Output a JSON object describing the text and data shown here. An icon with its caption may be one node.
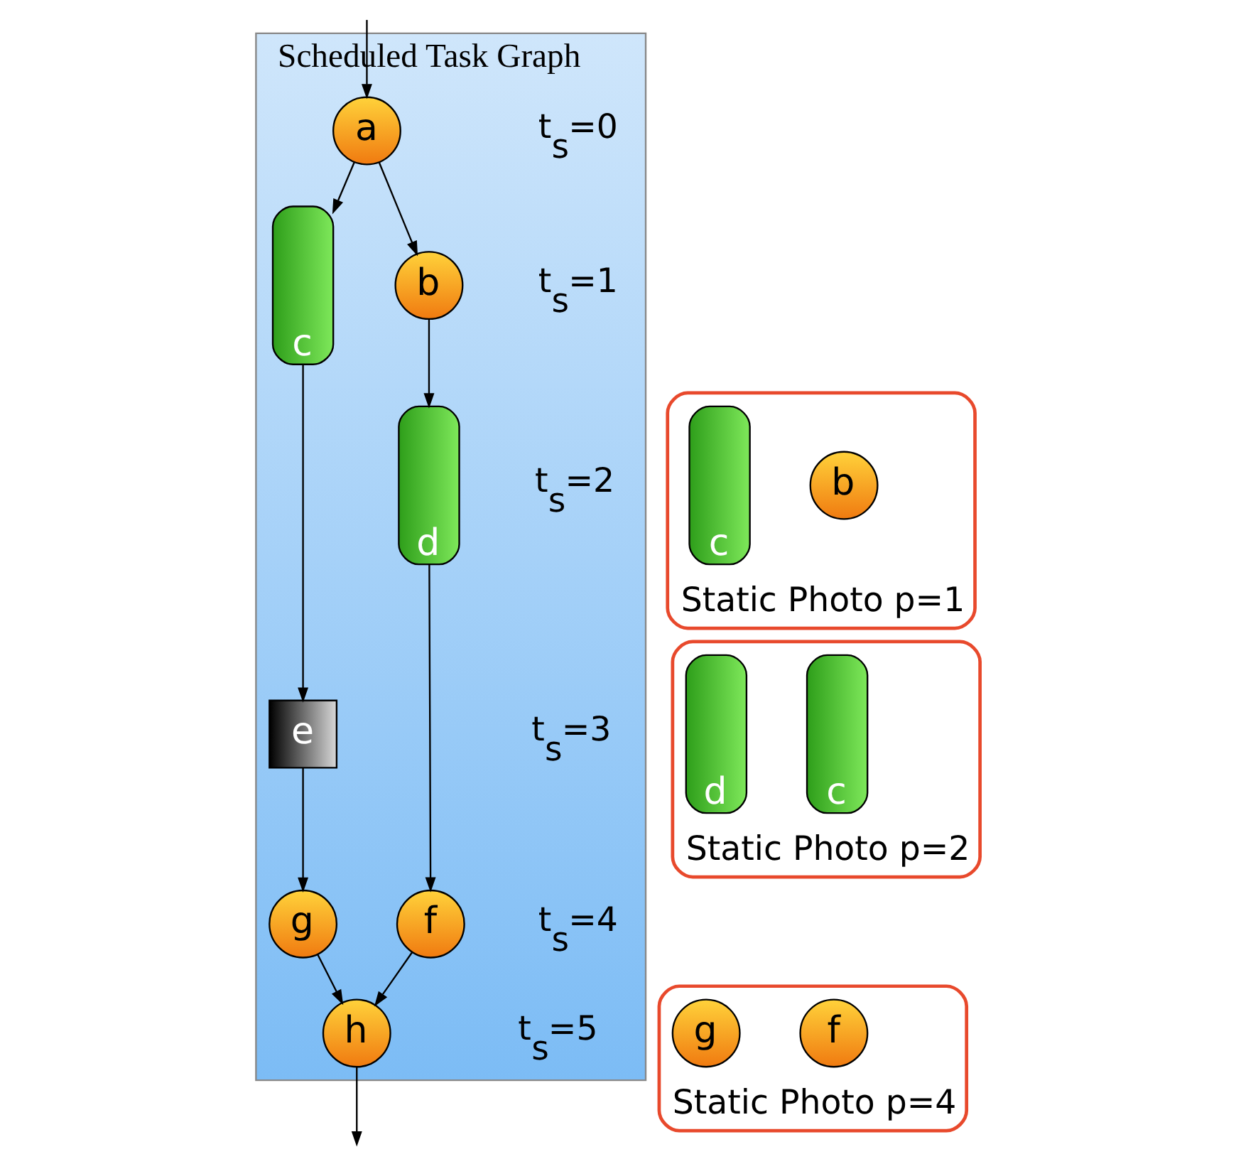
{
  "diagram": {
    "nodes": [
      {
        "text": [
          "Scheduled Task Graph"
        ]
      },
      {
        "text": [
          "a"
        ],
        "in": 0
      },
      {
        "text": [
          "b"
        ],
        "in": 0
      },
      {
        "text": [
          "c"
        ],
        "in": 0
      },
      {
        "text": [
          "d"
        ],
        "in": 0
      },
      {
        "text": [
          "e"
        ],
        "in": 0
      },
      {
        "text": [
          "f"
        ],
        "in": 0
      },
      {
        "text": [
          "g"
        ],
        "in": 0
      },
      {
        "text": [
          "h"
        ],
        "in": 0
      },
      {
        "text": [
          "Static Photo p=1"
        ]
      },
      {
        "text": [
          "b"
        ],
        "in": 9
      },
      {
        "text": [
          "c"
        ],
        "in": 9
      },
      {
        "text": [
          "Static Photo p=2"
        ]
      },
      {
        "text": [
          "c"
        ],
        "in": 12
      },
      {
        "text": [
          "d"
        ],
        "in": 12
      },
      {
        "text": [
          "Static Photo p=4"
        ]
      },
      {
        "text": [
          "f"
        ],
        "in": 15
      },
      {
        "text": [
          "g"
        ],
        "in": 15
      }
    ],
    "edges": [
      {
        "from": null,
        "to": 1,
        "arrow": "to"
      },
      {
        "from": 1,
        "to": 2,
        "arrow": "to"
      },
      {
        "from": 1,
        "to": 3,
        "arrow": "to"
      },
      {
        "from": 2,
        "to": 4,
        "arrow": "to"
      },
      {
        "from": 3,
        "to": 5,
        "arrow": "to"
      },
      {
        "from": 4,
        "to": 6,
        "arrow": "to"
      },
      {
        "from": 5,
        "to": 7,
        "arrow": "to"
      },
      {
        "from": 6,
        "to": 8,
        "arrow": "to"
      },
      {
        "from": 7,
        "to": 8,
        "arrow": "to"
      },
      {
        "from": 8,
        "to": null,
        "arrow": "to"
      }
    ],
    "labels": [
      "t$_{s}$=0",
      "t$_{s}$=1",
      "t$_{s}$=2",
      "t$_{s}$=3",
      "t$_{s}$=4",
      "t$_{s}$=5"
    ]
  }
}
